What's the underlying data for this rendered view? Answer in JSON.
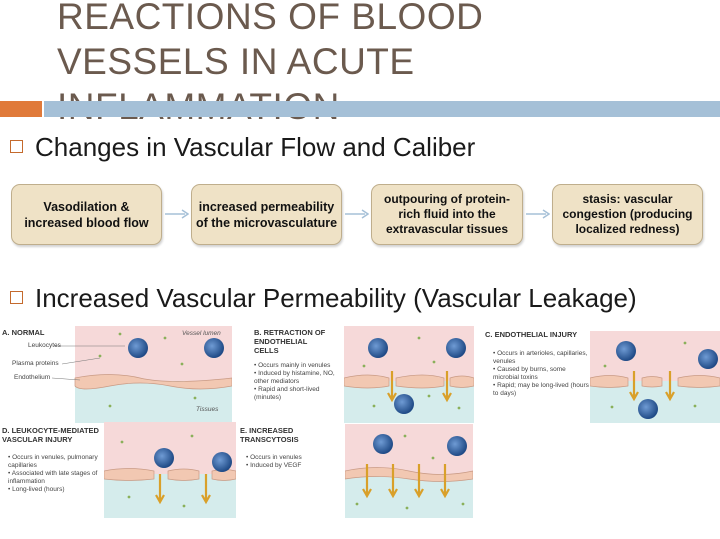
{
  "slide": {
    "title": "REACTIONS OF BLOOD VESSELS IN ACUTE INFLAMMATION",
    "bullets": [
      "Changes in Vascular Flow and Caliber",
      "Increased Vascular Permeability (Vascular Leakage)"
    ],
    "flow": [
      "Vasodilation & increased blood flow",
      "increased permeability of the microvasculature",
      "outpouring of protein-rich fluid into the extravascular tissues",
      "stasis: vascular congestion (producing localized redness)"
    ]
  },
  "figure": {
    "labels": {
      "vessel_lumen": "Vessel lumen",
      "leukocytes": "Leukocytes",
      "plasma_proteins": "Plasma proteins",
      "endothelium": "Endothelium",
      "tissues": "Tissues"
    },
    "panels": {
      "a": {
        "title": "A. NORMAL"
      },
      "b": {
        "title": "B. RETRACTION OF\nENDOTHELIAL\nCELLS",
        "notes": [
          "Occurs mainly in venules",
          "Induced by histamine, NO, other mediators",
          "Rapid and short-lived (minutes)"
        ]
      },
      "c": {
        "title": "C. ENDOTHELIAL INJURY",
        "notes": [
          "Occurs in arterioles, capillaries, venules",
          "Caused by burns, some microbial toxins",
          "Rapid; may be long-lived (hours to days)"
        ]
      },
      "d": {
        "title": "D. LEUKOCYTE-MEDIATED\nVASCULAR INJURY",
        "notes": [
          "Occurs in venules, pulmonary capillaries",
          "Associated with late stages of inflammation",
          "Long-lived (hours)"
        ]
      },
      "e": {
        "title": "E. INCREASED\nTRANSCYTOSIS",
        "notes": [
          "Occurs in venules",
          "Induced by VEGF"
        ]
      }
    }
  },
  "colors": {
    "title": "#6b5a4e",
    "accent_orange": "#e07a3a",
    "accent_blue": "#a5c0d7",
    "flow_box": "#efe2c6",
    "lumen": "#f6d9d9",
    "tissue": "#d5ecec",
    "leukocyte": "#2d5d9e",
    "leak_arrow": "#d9a02a"
  }
}
